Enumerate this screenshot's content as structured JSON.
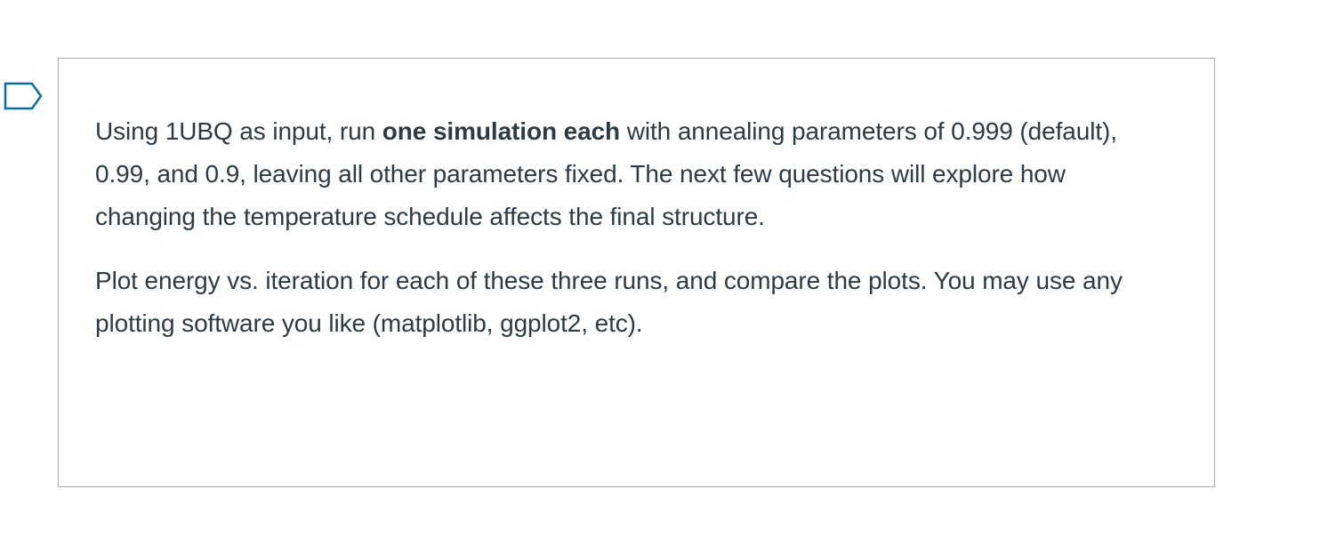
{
  "question": {
    "flag_icon": "flag-outline-icon",
    "paragraph1": {
      "before": "Using 1UBQ as input,  run ",
      "emphasis": "one simulation each",
      "after": " with annealing parameters of 0.999 (default), 0.99, and 0.9, leaving all other parameters fixed. The next few questions will explore how changing the temperature schedule affects the final structure."
    },
    "paragraph2": "Plot energy vs. iteration for each of these three runs, and compare the plots. You may use any plotting software you like (matplotlib, ggplot2, etc).",
    "colors": {
      "text": "#2d3b45",
      "border": "#a8adb3",
      "flag_outline": "#0770a3"
    }
  }
}
